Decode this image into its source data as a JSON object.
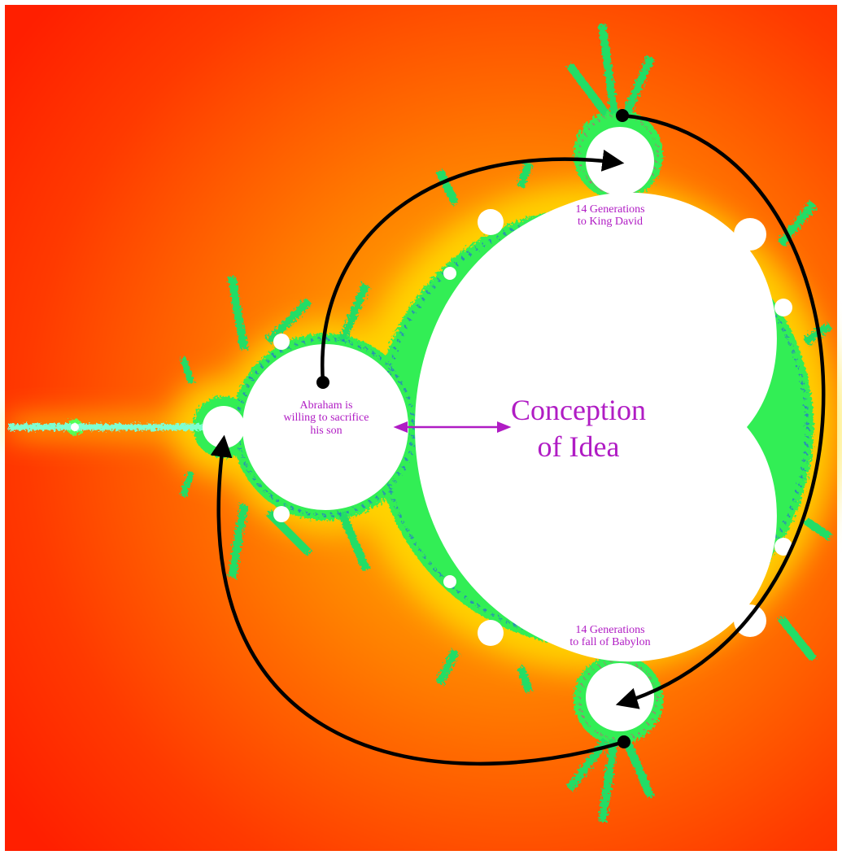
{
  "figure": {
    "colors": {
      "background_outer": "#ff1f00",
      "background_mid": "#ff5a00",
      "background_inner": "#ff9a00",
      "glow": "#ffee00",
      "boundary": "#33ff66",
      "set_interior": "#ffffff",
      "label_text": "#b01cc4",
      "arrows": "#000000"
    },
    "labels": {
      "conception": [
        "Conception",
        "of Idea"
      ],
      "abraham": [
        "Abraham is",
        "willing to sacrifice",
        "his son"
      ],
      "king_david": [
        "14 Generations",
        "to King David"
      ],
      "babylon": [
        "14 Generations",
        "to fall of Babylon"
      ]
    },
    "icons": {
      "double_arrow": "double-headed-arrow-icon",
      "cycle_arrows": "curved-arrow-icon",
      "arrow_start": "dot-marker-icon"
    }
  }
}
